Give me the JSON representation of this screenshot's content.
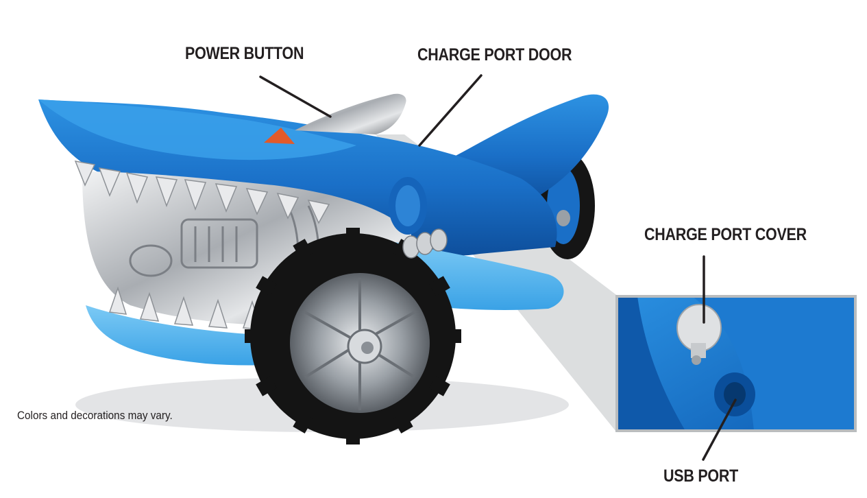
{
  "callouts": {
    "power_button": "POWER BUTTON",
    "charge_port_door": "CHARGE PORT DOOR",
    "charge_port_cover": "CHARGE PORT COVER",
    "usb_port": "USB PORT"
  },
  "disclaimer": "Colors and decorations may vary.",
  "colors": {
    "body_blue": "#1f7fd1",
    "body_light_blue": "#4fb3ef",
    "chrome": "#c9ccd0",
    "tire": "#1b1b1b",
    "label_text": "#231f20",
    "zoom_frame": "#b9bcbe"
  }
}
